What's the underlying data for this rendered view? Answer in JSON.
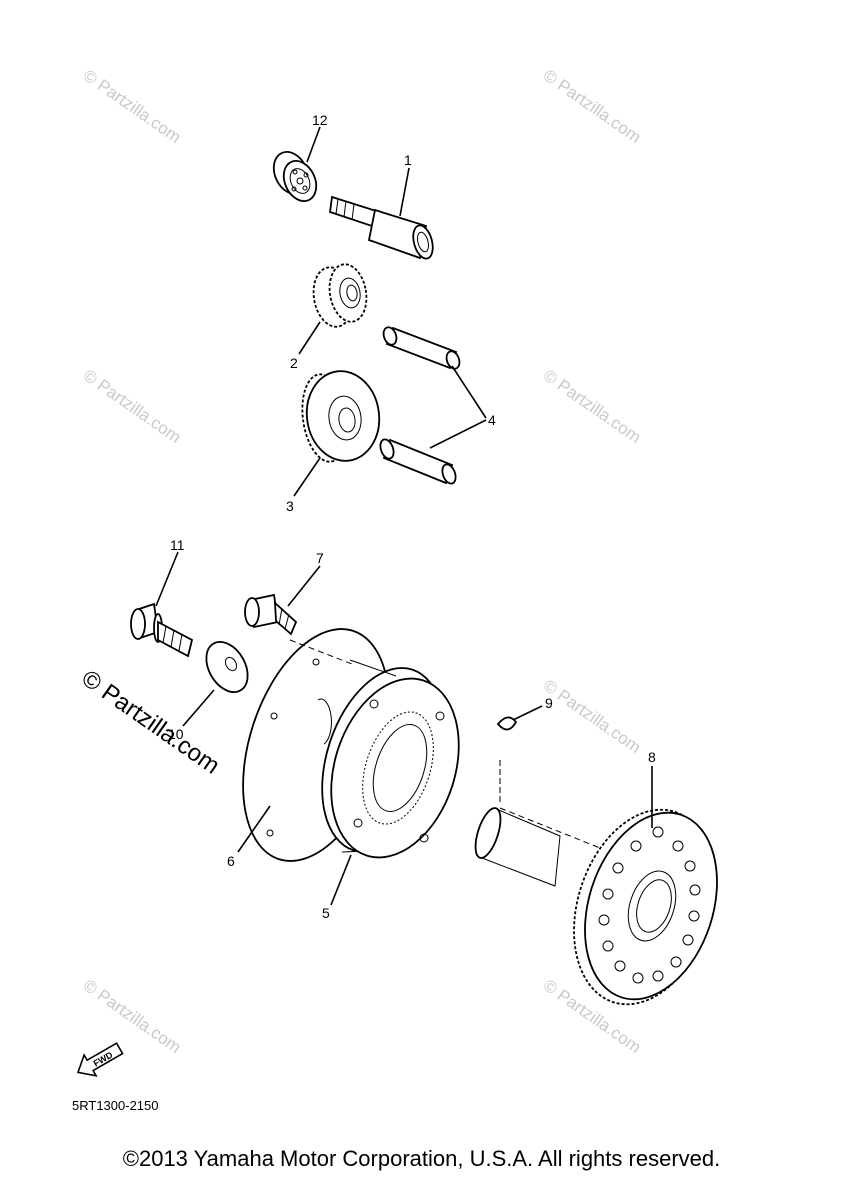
{
  "diagram": {
    "callouts": {
      "p1": "1",
      "p2": "2",
      "p3": "3",
      "p4": "4",
      "p5": "5",
      "p6": "6",
      "p7": "7",
      "p8": "8",
      "p9": "9",
      "p10": "10",
      "p11": "11",
      "p12": "12"
    },
    "watermark": "© Partzilla.com",
    "fwd_label": "FWD",
    "diagram_code": "5RT1300-2150"
  },
  "footer": {
    "copyright": "©2013 Yamaha Motor Corporation, U.S.A. All rights reserved."
  }
}
